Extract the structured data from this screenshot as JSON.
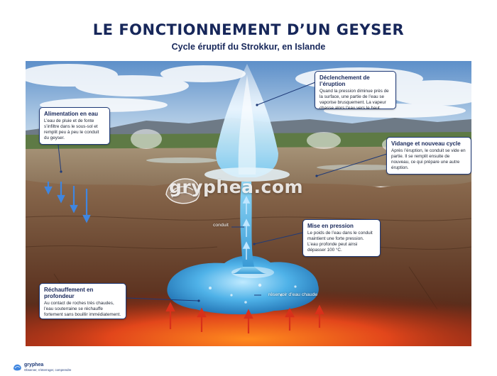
{
  "title": "LE FONCTIONNEMENT D’UN GEYSER",
  "subtitle": "Cycle éruptif du Strokkur, en Islande",
  "callouts": {
    "alimentation": {
      "title": "Alimentation en eau",
      "text": "L’eau de pluie et de fonte s’infiltre dans le sous-sol et remplit peu à peu le conduit du geyser."
    },
    "declenchement": {
      "title": "Déclenchement de l’éruption",
      "text": "Quand la pression diminue près de la surface, une partie de l’eau se vaporise brusquement. La vapeur chasse alors l’eau vers le haut."
    },
    "vidange": {
      "title": "Vidange et nouveau cycle",
      "text": "Après l’éruption, le conduit se vide en partie. Il se remplit ensuite de nouveau, ce qui prépare une autre éruption."
    },
    "pression": {
      "title": "Mise en pression",
      "text": "Le poids de l’eau dans le conduit maintient une forte pression. L’eau profonde peut ainsi dépasser 100 °C."
    },
    "rechauffement": {
      "title": "Réchauffement en profondeur",
      "text": "Au contact de roches très chaudes, l’eau souterraine se réchauffe fortement sans bouillir immédiatement."
    }
  },
  "labels": {
    "conduit": "conduit",
    "reservoir": "réservoir d’eau chaude"
  },
  "watermark": "gryphea.com",
  "brand": {
    "name": "gryphea",
    "tagline": "Observer, s’interroger, comprendre"
  },
  "icons": {
    "infiltration": "arrow-down-icon",
    "heat": "arrow-up-icon",
    "watermark_logo": "shell-logo-icon"
  },
  "colors": {
    "title": "#17275a",
    "callout_border": "#1f3a78",
    "infiltration_arrow": "#3f86e0",
    "heat_arrow": "#d8301a",
    "steam_arrow": "#6fb4ff"
  }
}
